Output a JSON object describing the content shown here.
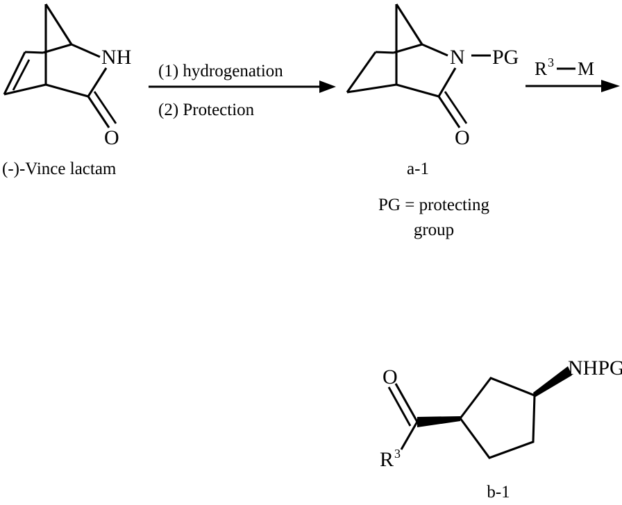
{
  "figure": {
    "type": "chemical-reaction-scheme",
    "title": "",
    "background_color": "#ffffff",
    "line_color": "#000000"
  },
  "reactant": {
    "name": "reactant-vince-lactam",
    "caption": "(-)-Vince lactam",
    "skeleton": "2-azabicyclo[2.2.1]hept-5-en-3-one",
    "atom_labels": {
      "nitrogen": "NH",
      "oxygen": "O"
    }
  },
  "step1": {
    "name": "reaction-arrow-1",
    "condition_top": "(1) hydrogenation",
    "condition_bottom": "(2) Protection"
  },
  "intermediate": {
    "name": "intermediate-a-1",
    "caption": "a-1",
    "skeleton": "2-azabicyclo[2.2.1]heptan-3-one",
    "atom_labels": {
      "nitrogen": "N",
      "protecting_group": "PG",
      "oxygen": "O"
    },
    "legend": {
      "line1": "PG = protecting",
      "line2": "group"
    }
  },
  "step2": {
    "name": "reaction-arrow-2",
    "reagent_main": "R",
    "reagent_superscript": "3",
    "reagent_bond": "—",
    "reagent_metal": "M"
  },
  "product": {
    "name": "product-b-1",
    "caption": "b-1",
    "skeleton": "3-aminocyclopentyl ketone",
    "atom_labels": {
      "oxygen": "O",
      "r_group": "R",
      "r_group_superscript": "3",
      "amine_protected": "NHPG"
    },
    "stereo": {
      "acyl_bond": "bold-wedge",
      "amine_bond": "bold-wedge"
    }
  }
}
